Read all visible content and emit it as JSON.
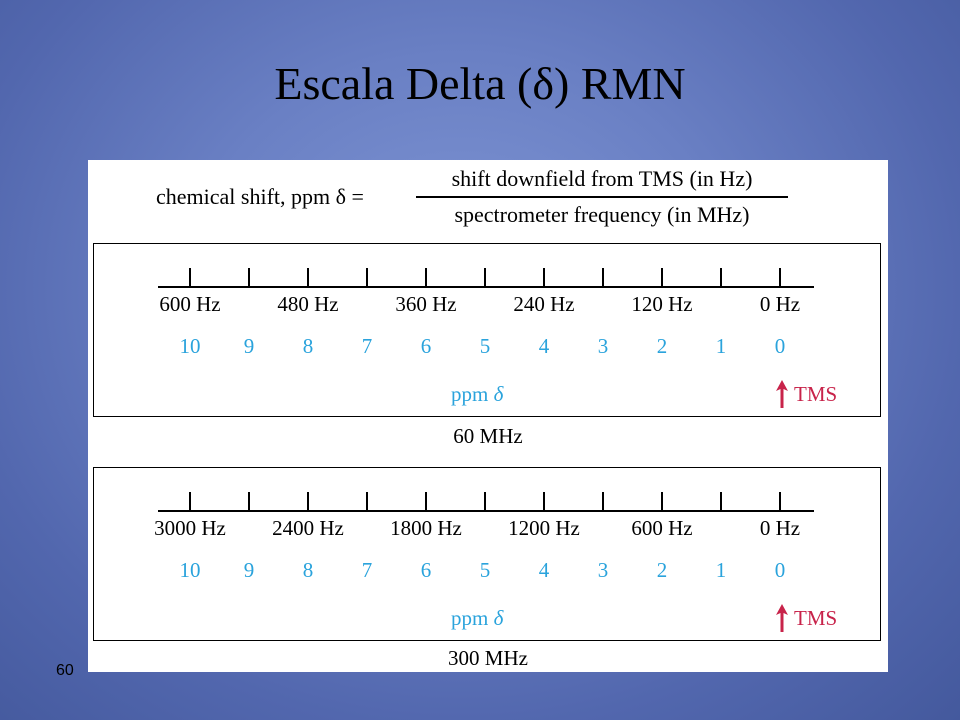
{
  "title": "Escala Delta (δ) RMN",
  "slide_number": "60",
  "formula": {
    "lhs": "chemical shift, ppm δ =",
    "numerator": "shift downfield from TMS (in Hz)",
    "denominator": "spectrometer frequency (in MHz)"
  },
  "colors": {
    "ppm": "#2aa3dc",
    "tms": "#c8234a"
  },
  "scales": [
    {
      "frequency": "60 MHz",
      "hz_labels": [
        "600 Hz",
        "480 Hz",
        "360 Hz",
        "240 Hz",
        "120 Hz",
        "0 Hz"
      ],
      "ppm_labels": [
        "10",
        "9",
        "8",
        "7",
        "6",
        "5",
        "4",
        "3",
        "2",
        "1",
        "0"
      ],
      "ppm_caption": "ppm",
      "ppm_symbol": "δ",
      "tms_label": "TMS"
    },
    {
      "frequency": "300 MHz",
      "hz_labels": [
        "3000 Hz",
        "2400 Hz",
        "1800 Hz",
        "1200 Hz",
        "600 Hz",
        "0 Hz"
      ],
      "ppm_labels": [
        "10",
        "9",
        "8",
        "7",
        "6",
        "5",
        "4",
        "3",
        "2",
        "1",
        "0"
      ],
      "ppm_caption": "ppm",
      "ppm_symbol": "δ",
      "tms_label": "TMS"
    }
  ]
}
